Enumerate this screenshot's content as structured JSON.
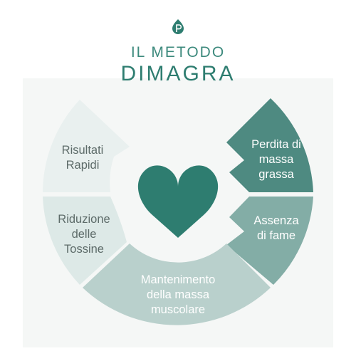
{
  "header": {
    "subtitle": "IL METODO",
    "title": "DIMAGRA"
  },
  "colors": {
    "accent": "#2e7d70",
    "segment_dark": "#4e8a81",
    "segment_medium": "#83ada6",
    "segment_light": "#b9d0cc",
    "segment_pale": "#dde9e7",
    "segment_faint": "#e9f0ef",
    "heart": "#2e7d70"
  },
  "icons": {
    "logo": "leaf-p-logo-icon",
    "center": "heart-icon"
  },
  "segments": [
    {
      "key": "perdita",
      "lines": [
        "Perdita di",
        "massa",
        "grassa"
      ]
    },
    {
      "key": "assenza",
      "lines": [
        "Assenza",
        "di fame"
      ]
    },
    {
      "key": "mantenimento",
      "lines": [
        "Mantenimento",
        "della massa",
        "muscolare"
      ]
    },
    {
      "key": "riduzione",
      "lines": [
        "Riduzione",
        "delle",
        "Tossine"
      ]
    },
    {
      "key": "risultati",
      "lines": [
        "Risultati",
        "Rapidi"
      ]
    }
  ]
}
